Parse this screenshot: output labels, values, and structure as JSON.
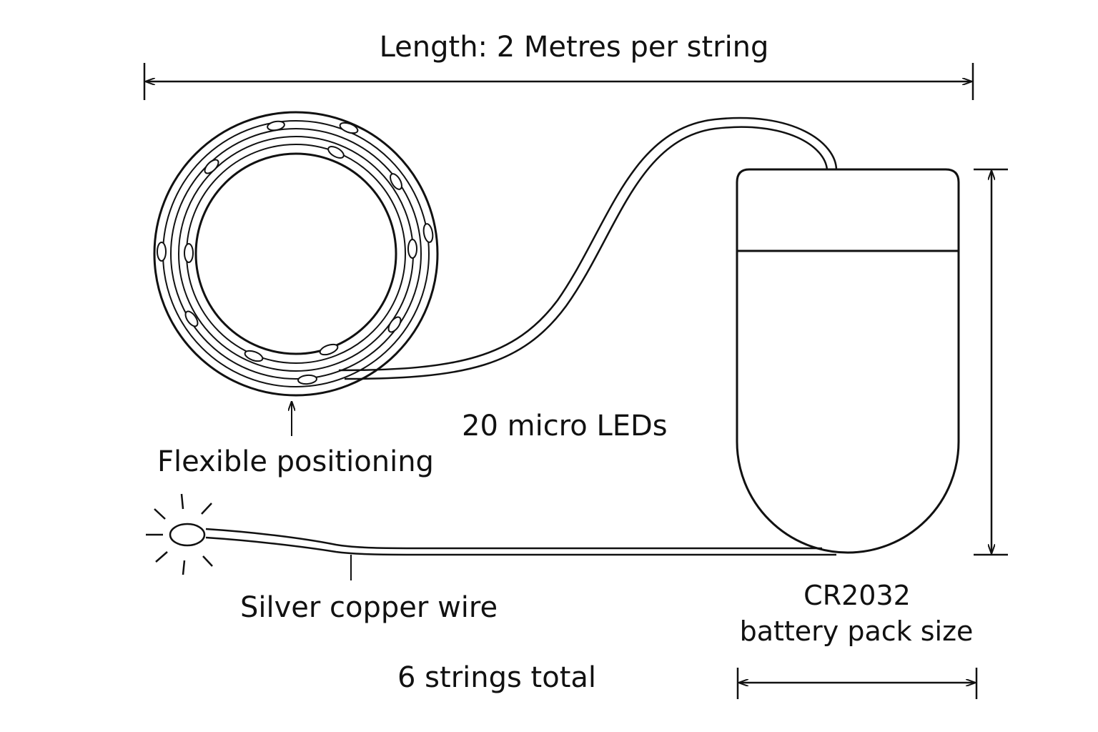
{
  "labels": {
    "length": "Length: 2 Metres per string",
    "flexible": "Flexible positioning",
    "leds": "20 micro LEDs",
    "wire": "Silver copper wire",
    "total": "6 strings total",
    "battery_model": "CR2032",
    "battery_size": "battery pack size"
  },
  "colors": {
    "line": "#111111",
    "background": "#ffffff"
  },
  "icons": {
    "led_glow": "led-glow-icon",
    "battery_pack": "battery-pack-icon",
    "coil": "wire-coil-icon"
  }
}
